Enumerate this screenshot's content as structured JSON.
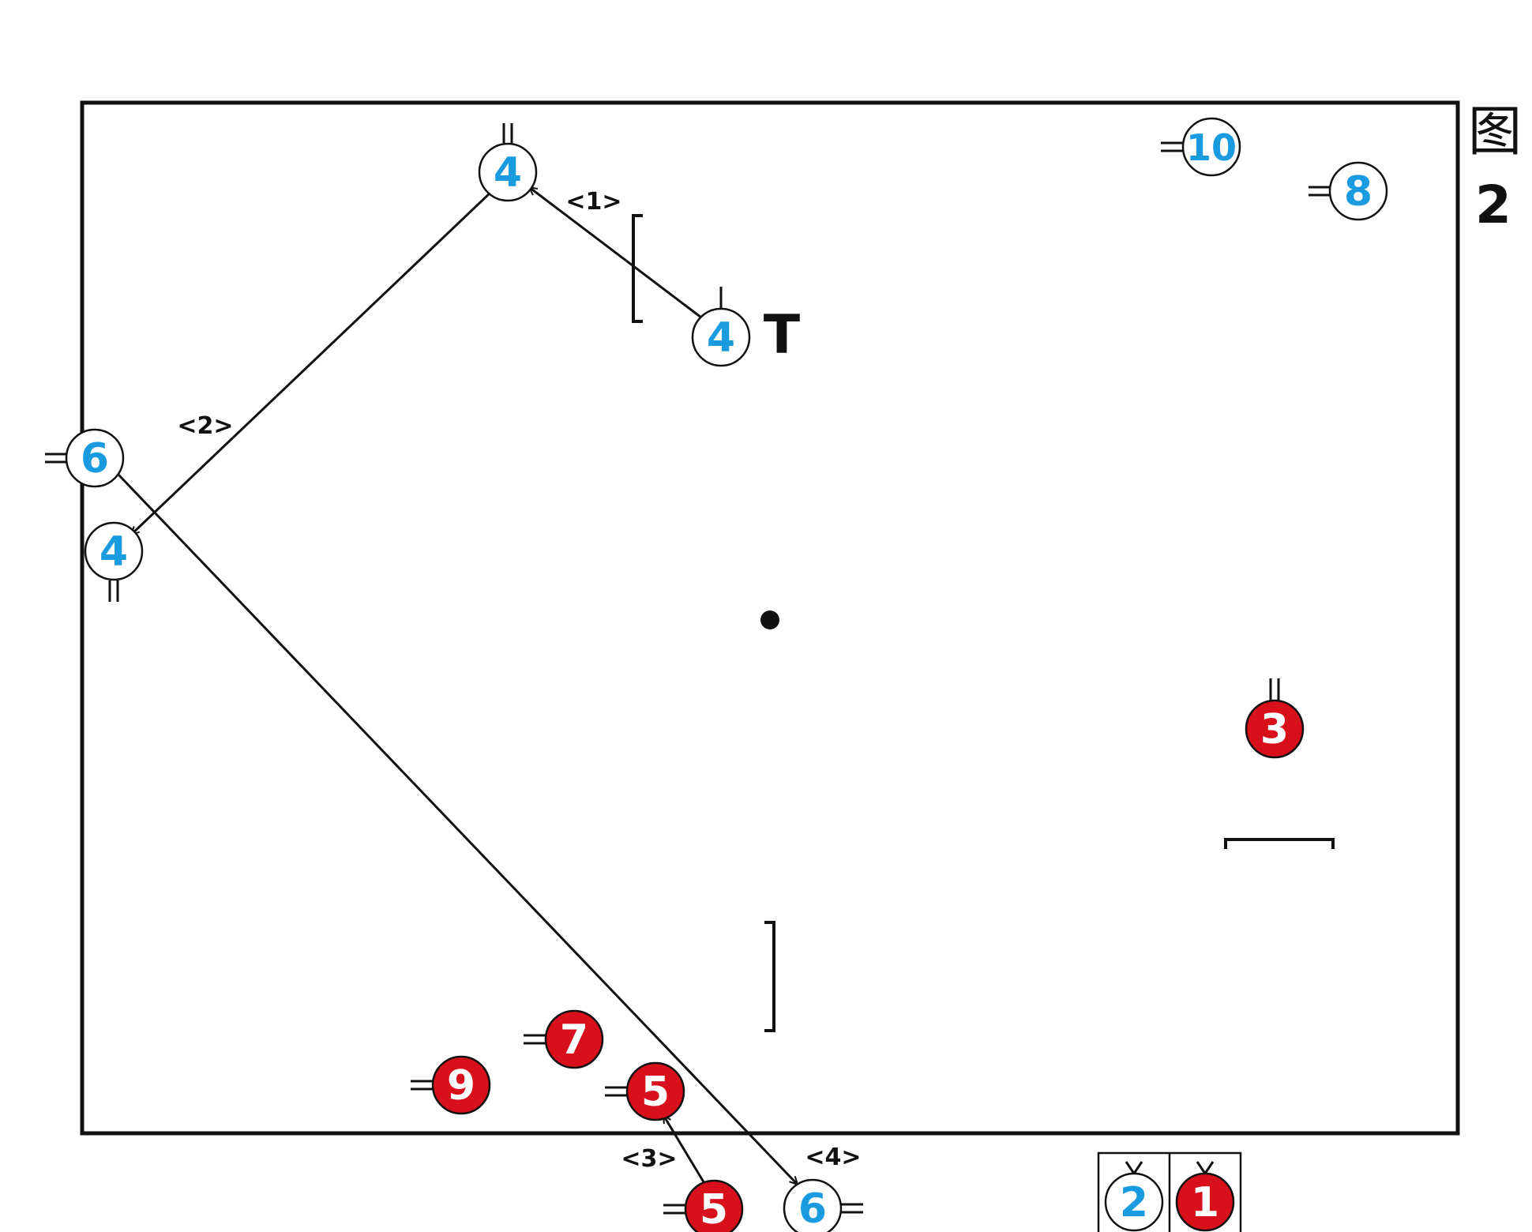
{
  "figure": {
    "label_char": "图",
    "label_num": "2"
  },
  "colors": {
    "blue_team": "#1a9be0",
    "red_team": "#d8101c",
    "line": "#111111",
    "background": "#ffffff"
  },
  "sequence_labels": [
    "<1>",
    "<2>",
    "<3>",
    "<4>"
  ],
  "t_mark": "T",
  "players": [
    {
      "id": "blue-4-top",
      "team": "blue",
      "number": "4",
      "mark": "double-up"
    },
    {
      "id": "blue-4-start",
      "team": "blue",
      "number": "4",
      "mark": "single-up"
    },
    {
      "id": "blue-6-left",
      "team": "blue",
      "number": "6",
      "mark": "double-left"
    },
    {
      "id": "blue-4-left",
      "team": "blue",
      "number": "4",
      "mark": "double-down"
    },
    {
      "id": "blue-10",
      "team": "blue",
      "number": "10",
      "mark": "double-left"
    },
    {
      "id": "blue-8",
      "team": "blue",
      "number": "8",
      "mark": "double-left"
    },
    {
      "id": "blue-6-bottom",
      "team": "blue",
      "number": "6",
      "mark": "double-right"
    },
    {
      "id": "red-3",
      "team": "red",
      "number": "3",
      "mark": "double-up"
    },
    {
      "id": "red-7",
      "team": "red",
      "number": "7",
      "mark": "double-left"
    },
    {
      "id": "red-9",
      "team": "red",
      "number": "9",
      "mark": "double-left"
    },
    {
      "id": "red-5-court",
      "team": "red",
      "number": "5",
      "mark": "double-left"
    },
    {
      "id": "red-5-bottom",
      "team": "red",
      "number": "5",
      "mark": "double-left"
    }
  ],
  "legend": {
    "entries": [
      {
        "team": "blue",
        "number": "2"
      },
      {
        "team": "red",
        "number": "1"
      }
    ]
  }
}
